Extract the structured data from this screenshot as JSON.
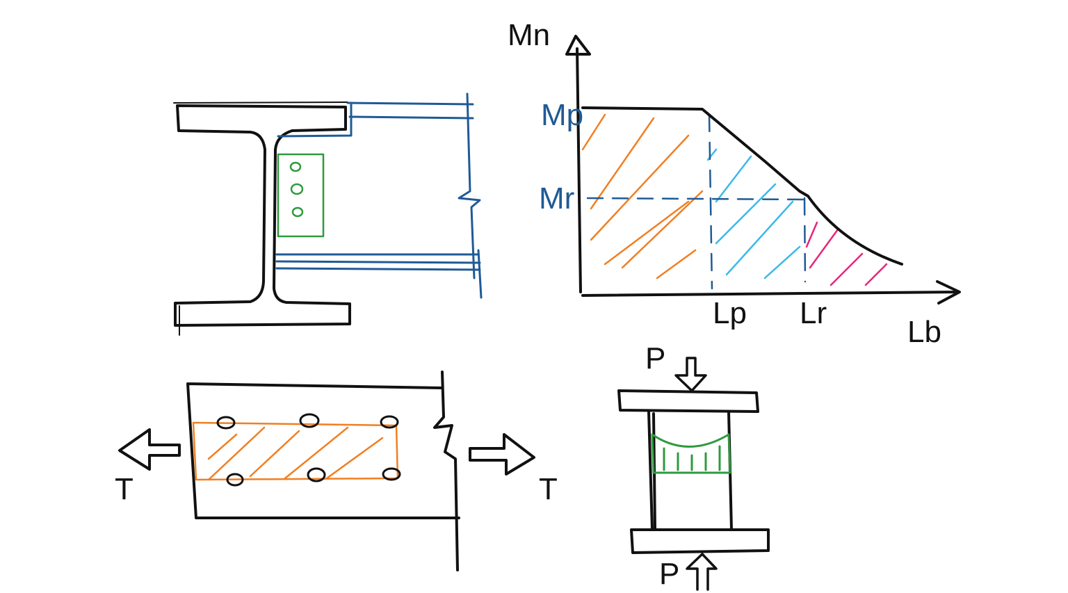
{
  "labels": {
    "mn": "Mn",
    "mp": "Mp",
    "mr": "Mr",
    "lp": "Lp",
    "lr": "Lr",
    "lb": "Lb",
    "tension_left": "T",
    "tension_right": "T",
    "load_top": "P",
    "load_bottom": "P"
  },
  "colors": {
    "ink": "#111111",
    "beam": "#1f5a96",
    "plate": "#2e9a3e",
    "label_blue": "#1f5a96",
    "zone_plastic": "#f07f22",
    "zone_inelastic": "#3bb8ea",
    "zone_elastic": "#e8247a",
    "shear_block": "#f07f22",
    "bearing": "#2e9a3e"
  }
}
